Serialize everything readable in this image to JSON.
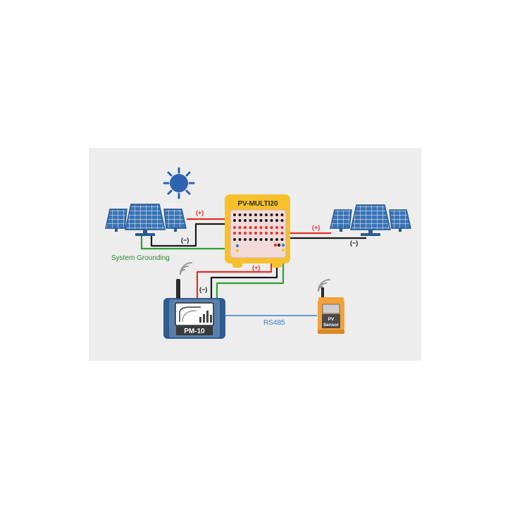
{
  "diagram": {
    "combiner_label": "PV-MULTI20",
    "meter_label": "PM-10",
    "sensor_label_line1": "PV",
    "sensor_label_line2": "Sensor",
    "grounding_label": "System Grounding",
    "rs485_label": "RS485",
    "pos_label_left": "(+)",
    "neg_label_left": "(−)",
    "pos_label_right": "(+)",
    "neg_label_right": "(−)",
    "pos_label_meter": "(+)",
    "neg_label_meter": "(−)"
  },
  "colors": {
    "background_panel": "#EDEDED",
    "combiner_frame": "#F8C12B",
    "wire_positive": "#E0312B",
    "wire_negative": "#1A1A1A",
    "wire_ground": "#2E9E3A",
    "wire_rs485": "#3C7FC4",
    "solar_panel": "#3A74B5",
    "meter_body": "#2F5D8F",
    "sensor_body": "#F2A23A",
    "sun": "#2E63B0"
  },
  "icons": [
    "sun-icon",
    "solar-panel-icon",
    "wifi-signal-icon",
    "antenna-icon"
  ]
}
